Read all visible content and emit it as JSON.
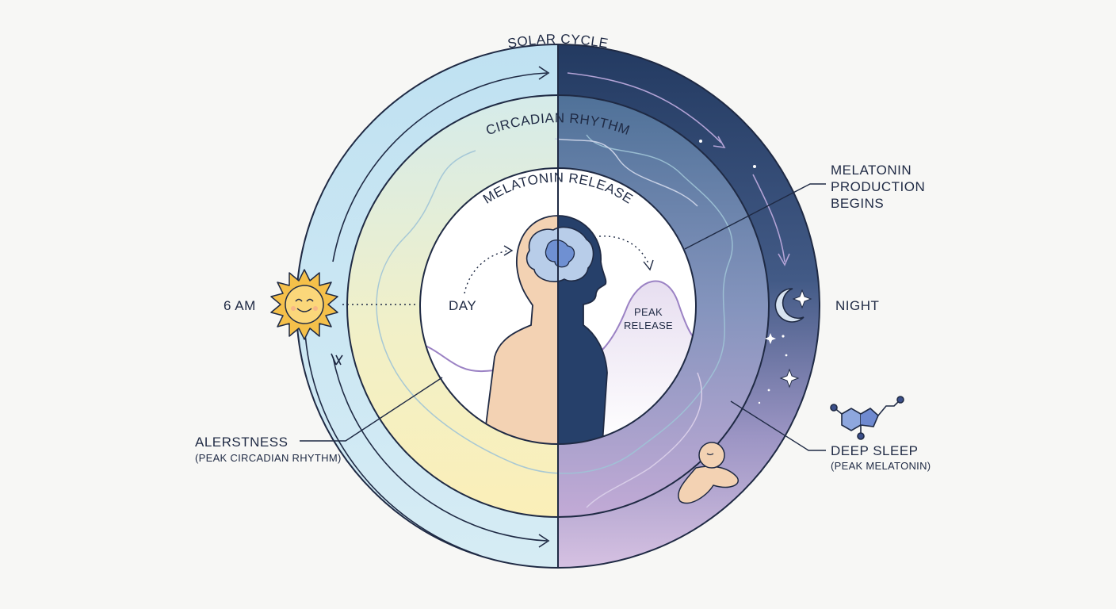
{
  "rings": {
    "solar": "SOLAR CYCLE",
    "circadian": "CIRCADIAN RHYTHM",
    "melatonin": "MELATONIN RELEASE"
  },
  "labels": {
    "six_am": "6 AM",
    "day": "DAY",
    "night": "NIGHT",
    "peak_release_1": "PEAK",
    "peak_release_2": "RELEASE",
    "melatonin_prod_1": "MELATONIN",
    "melatonin_prod_2": "PRODUCTION",
    "melatonin_prod_3": "BEGINS",
    "alertness": "ALERSTNESS",
    "alertness_sub": "(PEAK CIRCADIAN RHYTHM)",
    "deep_sleep": "DEEP SLEEP",
    "deep_sleep_sub": "(PEAK MELATONIN)"
  },
  "icons": [
    "sun-icon",
    "moon-icon",
    "star-icon",
    "brain-icon",
    "molecule-icon",
    "sleeping-person-icon"
  ],
  "colors": {
    "navy": "#1f2a44",
    "day_blue": "#c6e5f3",
    "night_navy": "#27446c",
    "lavender": "#b9a9d6",
    "sun": "#f5c04a",
    "skin": "#f3d2b3"
  }
}
